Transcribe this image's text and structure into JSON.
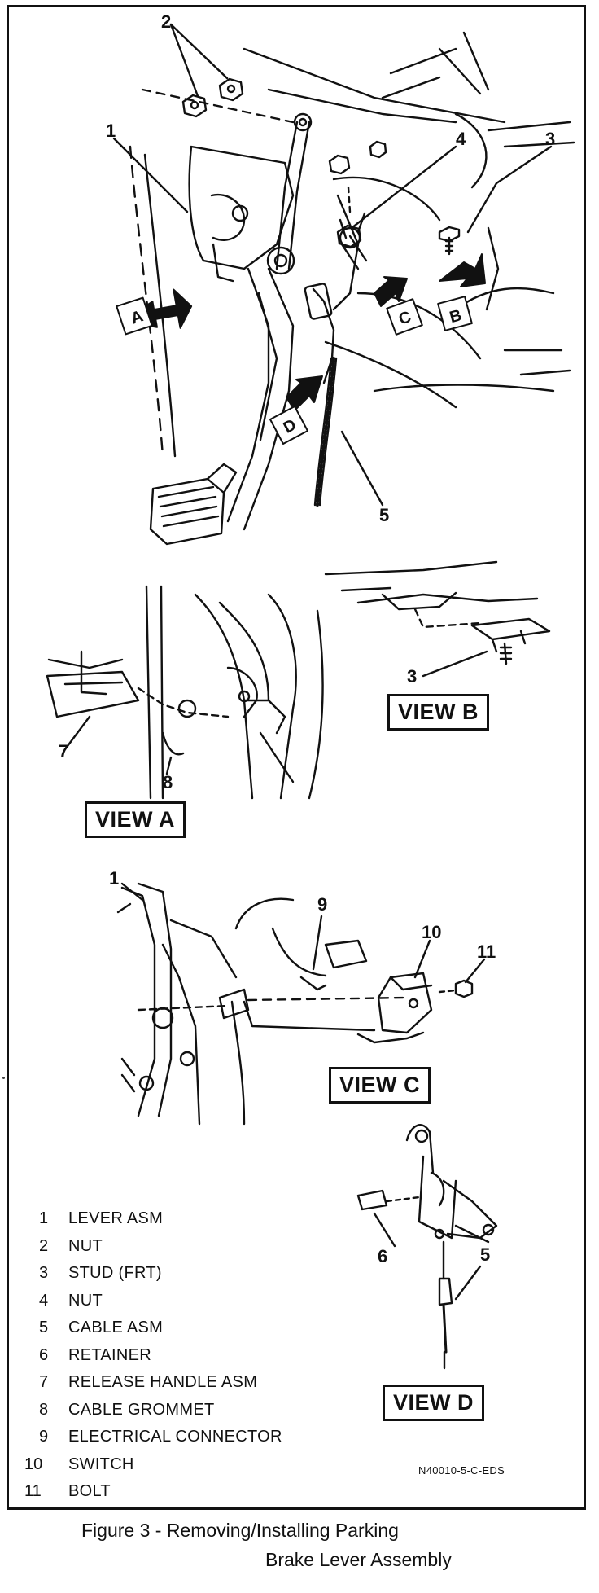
{
  "callouts": {
    "c1_top": "1",
    "c2_top": "2",
    "c3_top": "3",
    "c4_top": "4",
    "c5_top": "5",
    "c3_viewb": "3",
    "c7": "7",
    "c8": "8",
    "c1_viewc": "1",
    "c9": "9",
    "c10": "10",
    "c11": "11",
    "c6": "6",
    "c5_viewd": "5"
  },
  "arrows": {
    "a": "A",
    "b": "B",
    "c": "C",
    "d": "D"
  },
  "views": {
    "a": "VIEW A",
    "b": "VIEW B",
    "c": "VIEW C",
    "d": "VIEW D"
  },
  "legend": [
    {
      "num": "1",
      "label": "LEVER ASM"
    },
    {
      "num": "2",
      "label": "NUT"
    },
    {
      "num": "3",
      "label": "STUD (FRT)"
    },
    {
      "num": "4",
      "label": "NUT"
    },
    {
      "num": "5",
      "label": "CABLE ASM"
    },
    {
      "num": "6",
      "label": "RETAINER"
    },
    {
      "num": "7",
      "label": "RELEASE HANDLE ASM"
    },
    {
      "num": "8",
      "label": "CABLE GROMMET"
    },
    {
      "num": "9",
      "label": "ELECTRICAL CONNECTOR"
    },
    {
      "num": "10",
      "label": "SWITCH"
    },
    {
      "num": "11",
      "label": "BOLT"
    }
  ],
  "doc_id": "N40010-5-C-EDS",
  "caption": {
    "line1": "Figure 3 - Removing/Installing Parking",
    "line2": "Brake Lever Assembly"
  }
}
